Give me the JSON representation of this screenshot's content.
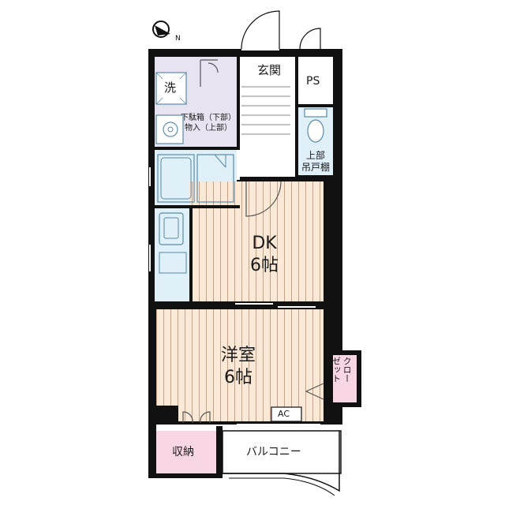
{
  "floorplan": {
    "rooms": {
      "dk": {
        "name": "DK",
        "size": "6帖"
      },
      "western": {
        "name": "洋室",
        "size": "6帖"
      }
    },
    "labels": {
      "entrance": "玄関",
      "ps": "PS",
      "washer": "洗",
      "shoe_storage_line1": "下駄箱（下部）",
      "shoe_storage_line2": "物入（上部）",
      "upper_cabinet_line1": "上部",
      "upper_cabinet_line2": "吊戸棚",
      "closet_col1": "クロー",
      "closet_col2": "ゼット",
      "storage": "収納",
      "balcony": "バルコニー",
      "ac": "AC"
    },
    "compass_letter": "N",
    "colors": {
      "wall": "#111111",
      "floor_wood": "#fbe9d8",
      "floor_line": "#b98f70",
      "wet_area": "#dff0f9",
      "wet_stroke": "#5a8aa8",
      "utility": "#e7e3f0",
      "storage": "#f9d6e3",
      "white": "#ffffff"
    }
  }
}
